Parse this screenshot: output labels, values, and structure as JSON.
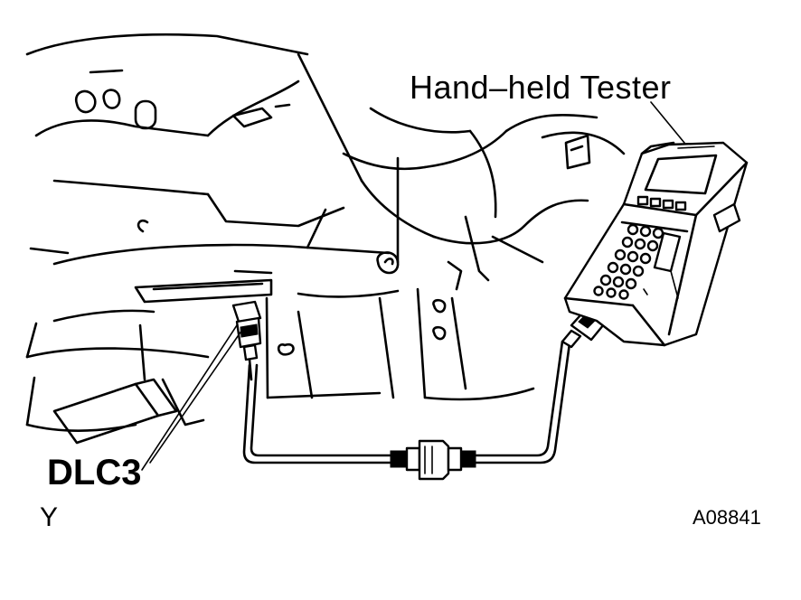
{
  "labels": {
    "tester": "Hand–held Tester",
    "connector": "DLC3",
    "corner_left": "Y",
    "figure_code": "A08841"
  },
  "colors": {
    "line": "#000000",
    "background": "#ffffff"
  }
}
